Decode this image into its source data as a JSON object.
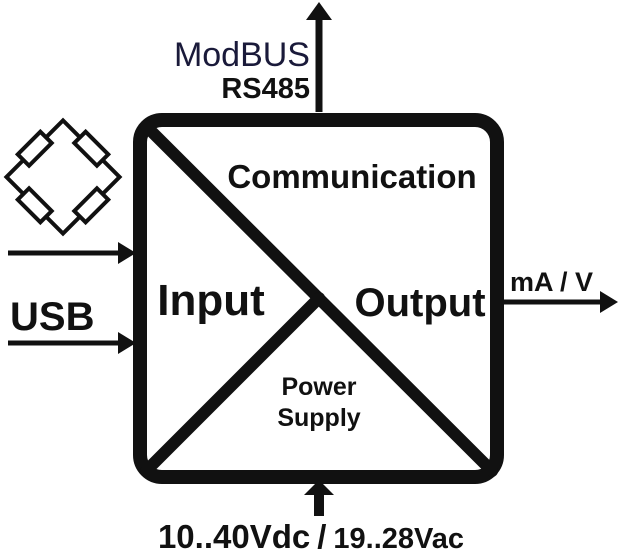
{
  "top_label": {
    "line1": "ModBUS",
    "line2": "RS485"
  },
  "sections": {
    "communication": "Communication",
    "input": "Input",
    "output": "Output",
    "power": {
      "line1": "Power",
      "line2": "Supply"
    }
  },
  "left_labels": {
    "usb": "USB"
  },
  "right_label": "mA / V",
  "bottom_label": {
    "dc": "10..40Vdc",
    "separator": "/",
    "ac": "19..28Vac"
  },
  "icons": {
    "sensor": "load-cell-bridge-icon"
  },
  "colors": {
    "stroke": "#111111",
    "modbus_text": "#1a1a3a",
    "background": "#ffffff"
  }
}
